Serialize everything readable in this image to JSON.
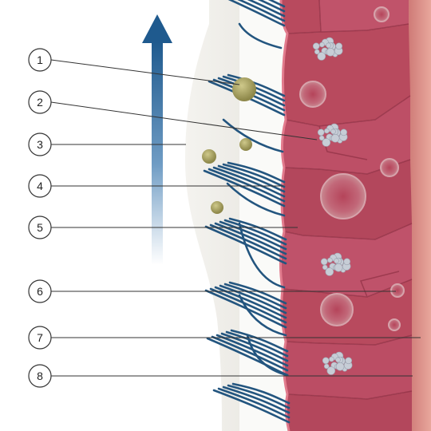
{
  "diagram": {
    "colors": {
      "mucus": "#ecebe6",
      "epithelium": "#b84a5e",
      "epithelium_dark": "#8f3044",
      "basement": "#d98b86",
      "cilia": "#23557f",
      "arrow": "#1f5a8e",
      "particle": "#a9a35e",
      "granule": "#c7cdd6",
      "leader": "#333333"
    },
    "callouts": [
      {
        "label": "1"
      },
      {
        "label": "2"
      },
      {
        "label": "3"
      },
      {
        "label": "4"
      },
      {
        "label": "5"
      },
      {
        "label": "6"
      },
      {
        "label": "7"
      },
      {
        "label": "8"
      }
    ]
  }
}
